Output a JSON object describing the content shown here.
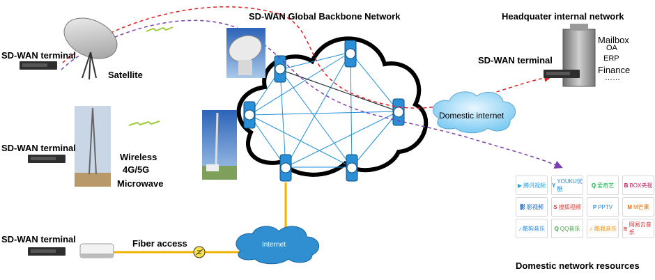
{
  "title": "SD-WAN Global Backbone Network",
  "headquarter": {
    "title": "Headquater internal network",
    "terminal_label": "SD-WAN terminal",
    "services": [
      "Mailbox",
      "OA",
      "ERP",
      "Finance",
      "……"
    ]
  },
  "left": {
    "satellite_terminal": "SD-WAN terminal",
    "satellite": "Satellite",
    "wireless_terminal": "SD-WAN terminal",
    "wireless": "Wireless",
    "g45": "4G/5G",
    "microwave": "Microwave",
    "fiber_terminal": "SD-WAN terminal",
    "fiber": "Fiber access"
  },
  "clouds": {
    "internet": "Internet",
    "domestic": "Domestic internet"
  },
  "resources": {
    "title": "Domestic network resources",
    "tiles": [
      {
        "icon": "▶",
        "text": "腾讯视频",
        "color": "#1aa3e8"
      },
      {
        "icon": "Y",
        "text": "YOUKU优酷",
        "color": "#1e88e5"
      },
      {
        "icon": "Q",
        "text": "爱奇艺",
        "color": "#00b140"
      },
      {
        "icon": "B",
        "text": "BOX央视",
        "color": "#c2185b"
      },
      {
        "icon": "影",
        "text": "影视频",
        "color": "#1565c0"
      },
      {
        "icon": "S",
        "text": "搜狐视频",
        "color": "#e53935"
      },
      {
        "icon": "P",
        "text": "PPTV",
        "color": "#1e88e5"
      },
      {
        "icon": "M",
        "text": "M芒果",
        "color": "#ef6c00"
      },
      {
        "icon": "♪",
        "text": "酷狗音乐",
        "color": "#1e88e5"
      },
      {
        "icon": "Q",
        "text": "QQ音乐",
        "color": "#43a047"
      },
      {
        "icon": "♫",
        "text": "酷我音乐",
        "color": "#fb8c00"
      },
      {
        "icon": "≋",
        "text": "网易云音乐",
        "color": "#d32f2f"
      }
    ]
  },
  "colors": {
    "link_blue": "#1f8fd6",
    "red_path": "#e02020",
    "purple_path": "#7b3fb0",
    "fiber_line": "#f2b200",
    "cloud_fill": "#9fd8f7",
    "router": "#2a8fd6"
  }
}
